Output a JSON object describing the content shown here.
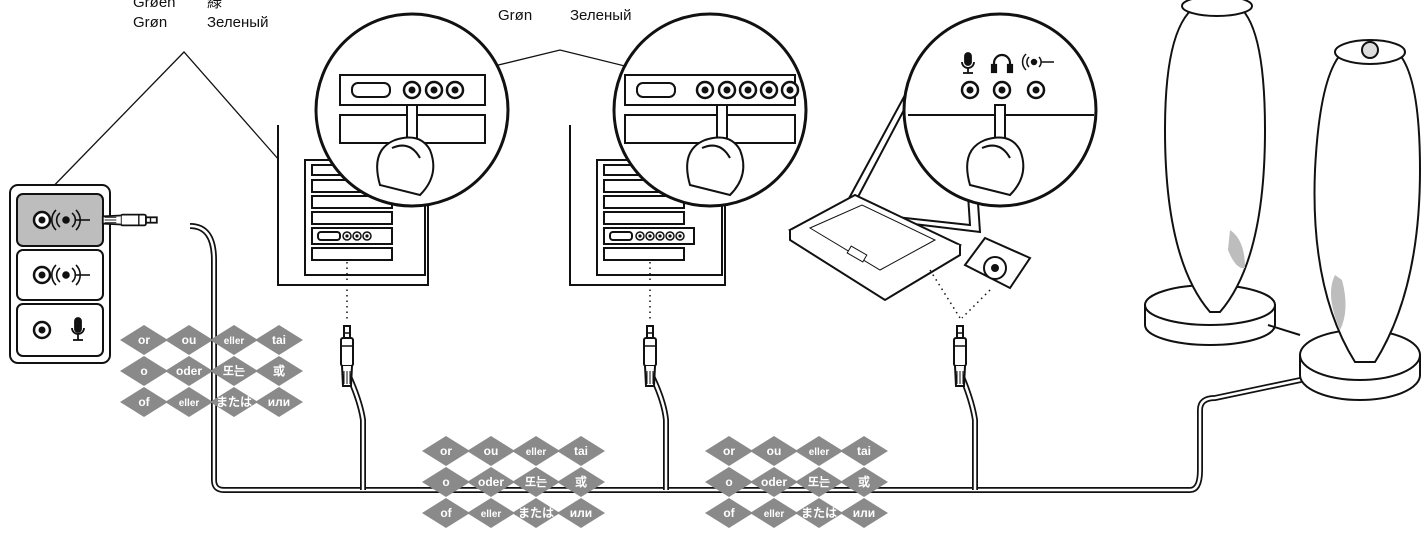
{
  "labels": {
    "left_top": [
      "Grøen",
      "緑"
    ],
    "left_bottom": [
      "Grøn",
      "Зеленый"
    ],
    "middle": [
      "Grøn",
      "Зеленый"
    ]
  },
  "or_grid": [
    [
      "or",
      "ou",
      "eller",
      "tai"
    ],
    [
      "o",
      "oder",
      "또는",
      "或"
    ],
    [
      "of",
      "eller",
      "または",
      "или"
    ]
  ],
  "colors": {
    "line": "#1a1a1a",
    "diamond": "#8a8a8a",
    "highlight_jack": "#bdbdbd"
  },
  "icons": {
    "headphone_out": "headphones-icon",
    "speaker_out": "speaker-out-icon",
    "microphone": "microphone-icon"
  }
}
